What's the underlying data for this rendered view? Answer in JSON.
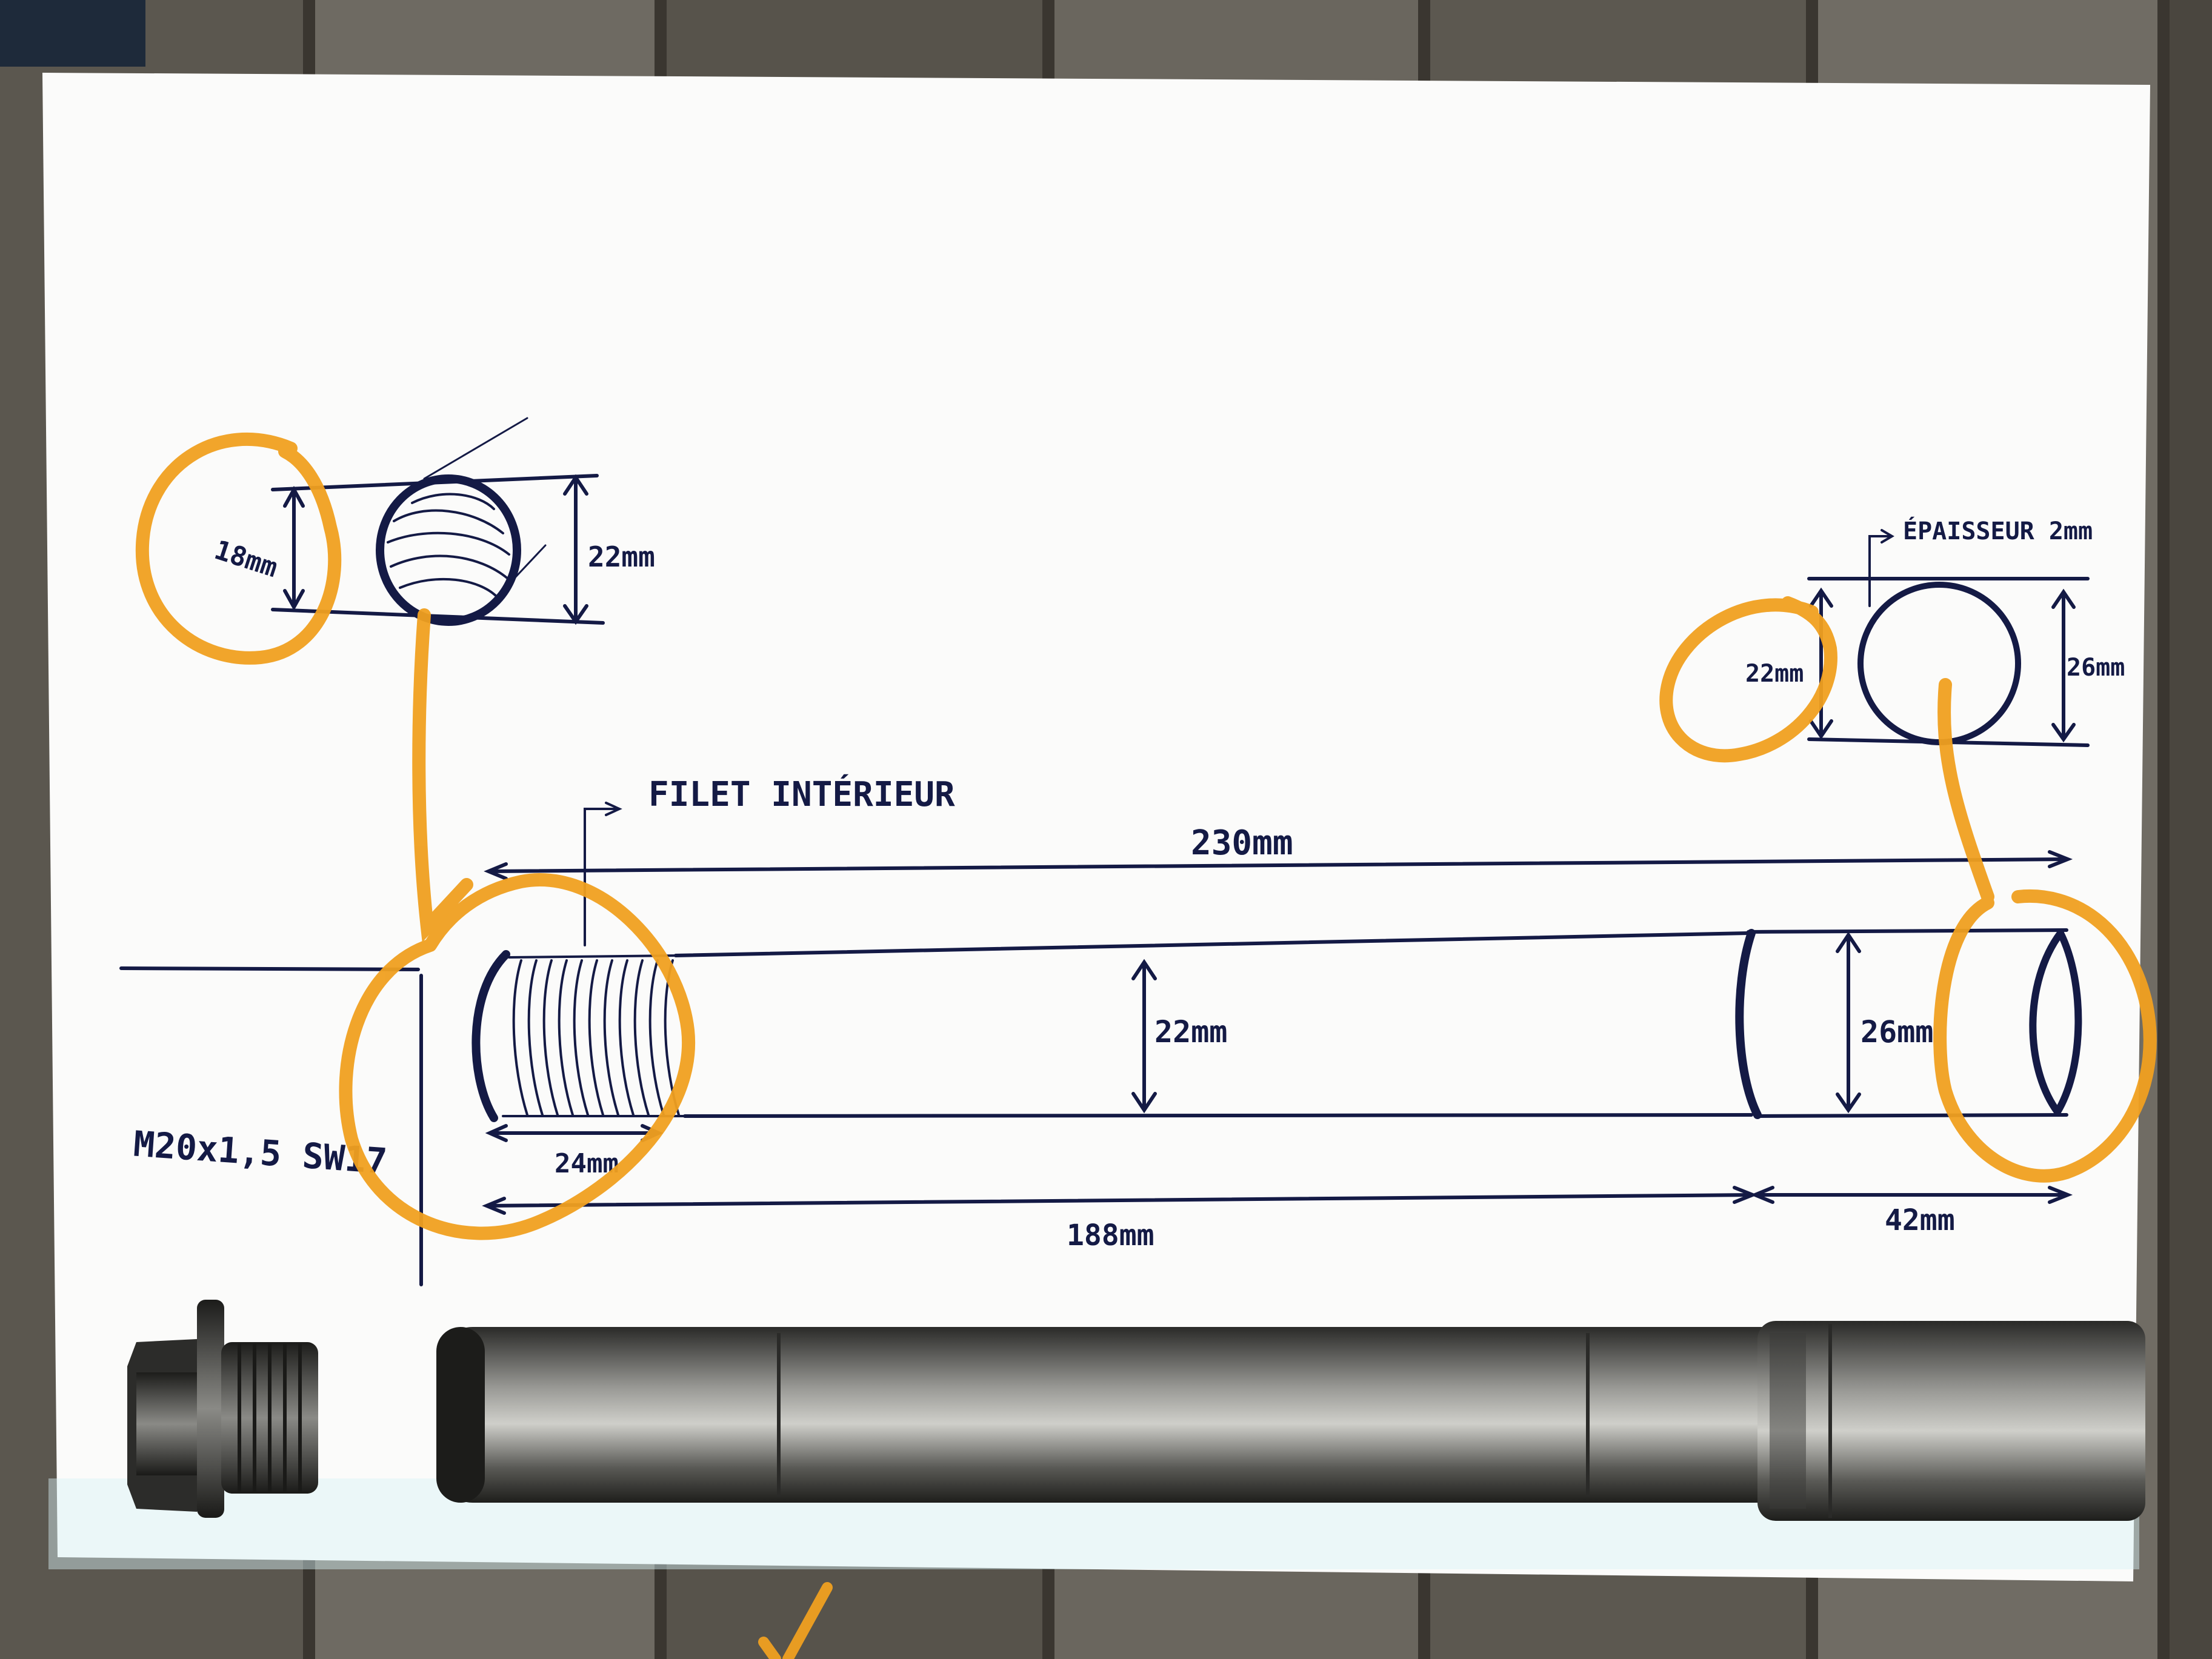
{
  "labels": {
    "bolt_inner_dia": "18mm",
    "bolt_outer_dia": "22mm",
    "sleeve_inner_dia": "22mm",
    "sleeve_outer_dia": "26mm",
    "wall_thickness": "ÉPAISSEUR 2mm",
    "internal_thread": "FILET INTÉRIEUR",
    "total_length": "230mm",
    "shaft_dia": "22mm",
    "collar_dia": "26mm",
    "thread_length": "24mm",
    "shaft_length": "188mm",
    "collar_length": "42mm",
    "bolt_spec": "M20x1,5 SW17"
  },
  "colors": {
    "ink": "#141a45",
    "marker": "#f0a020",
    "paper": "#fbfbfa",
    "wood": "#3a3630",
    "metal": "#4a4a48"
  }
}
